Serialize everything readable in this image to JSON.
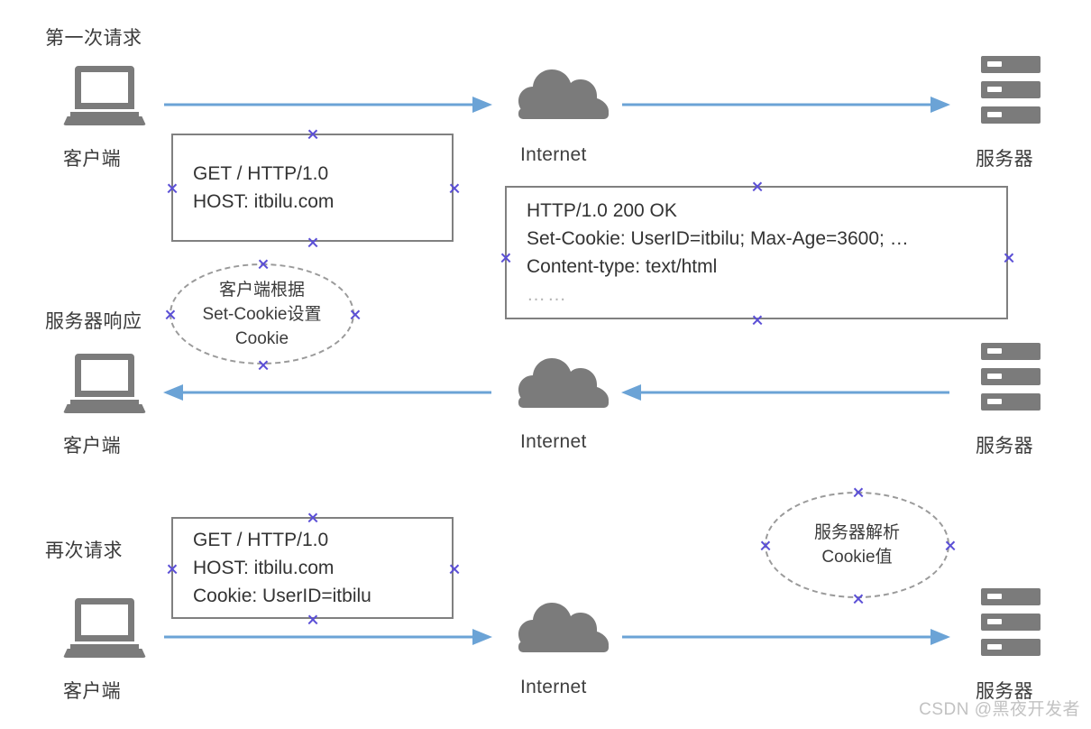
{
  "diagram": {
    "title_row1": "第一次请求",
    "title_row2": "服务器响应",
    "title_row3": "再次请求",
    "accent_arrow_color": "#6ba3d6",
    "icon_gray": "#7b7b7b",
    "box_border_color": "#808080",
    "handle_color": "#5b4fd6",
    "ellipse_border_color": "#9a9a9a"
  },
  "nodes": {
    "client_label": "客户端",
    "internet_label": "Internet",
    "server_label": "服务器"
  },
  "rows": [
    {
      "id": "row-first-request",
      "label": "第一次请求",
      "client": "客户端",
      "internet": "Internet",
      "server": "服务器",
      "arrow_left_direction": "right",
      "arrow_right_direction": "right"
    },
    {
      "id": "row-server-response",
      "label": "服务器响应",
      "client": "客户端",
      "internet": "Internet",
      "server": "服务器",
      "arrow_left_direction": "left",
      "arrow_right_direction": "left"
    },
    {
      "id": "row-second-request",
      "label": "再次请求",
      "client": "客户端",
      "internet": "Internet",
      "server": "服务器",
      "arrow_left_direction": "right",
      "arrow_right_direction": "right"
    }
  ],
  "message_boxes": {
    "first_request": {
      "name": "first-request-message",
      "lines": [
        "GET / HTTP/1.0",
        "HOST: itbilu.com"
      ]
    },
    "server_response": {
      "name": "server-response-message",
      "lines": [
        "HTTP/1.0 200 OK",
        "Set-Cookie: UserID=itbilu; Max-Age=3600; …",
        "Content-type: text/html"
      ],
      "ellipsis": "……"
    },
    "second_request": {
      "name": "second-request-message",
      "lines": [
        "GET / HTTP/1.0",
        "HOST: itbilu.com",
        "Cookie: UserID=itbilu"
      ]
    }
  },
  "annotations": {
    "client_sets_cookie": {
      "name": "client-set-cookie-note",
      "lines": [
        "客户端根据",
        "Set-Cookie设置",
        "Cookie"
      ]
    },
    "server_parses_cookie": {
      "name": "server-parse-cookie-note",
      "lines": [
        "服务器解析",
        "Cookie值"
      ]
    }
  },
  "watermark": {
    "text": "CSDN @黑夜开发者"
  }
}
